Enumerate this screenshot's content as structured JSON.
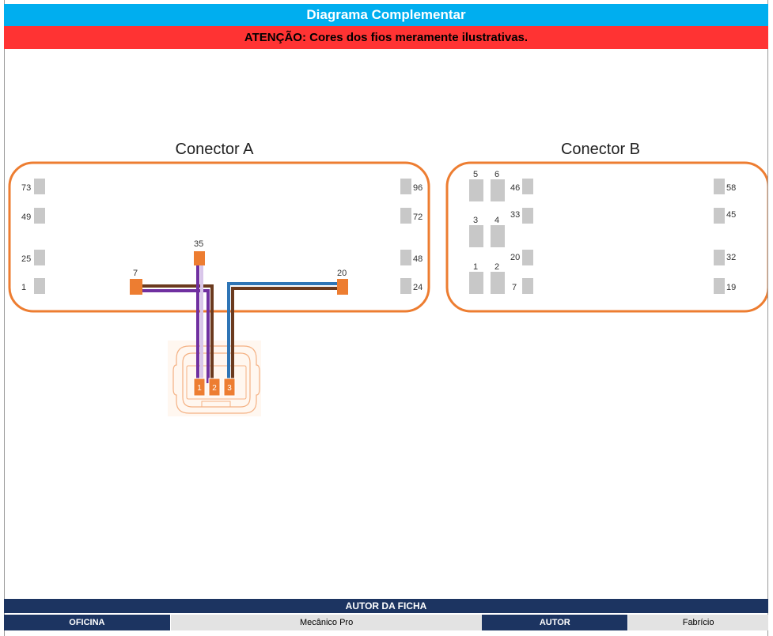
{
  "header": {
    "title": "Diagrama Complementar",
    "warning": "ATENÇÃO: Cores dos fios meramente ilustrativas."
  },
  "diagram": {
    "connector_a": {
      "title": "Conector A",
      "pins_left": [
        "73",
        "49",
        "25",
        "1"
      ],
      "pins_right": [
        "96",
        "72",
        "48",
        "24"
      ],
      "wired_pins": [
        "7",
        "35",
        "20"
      ]
    },
    "connector_b": {
      "title": "Conector B",
      "top_pins": [
        "5",
        "6",
        "3",
        "4",
        "1",
        "2"
      ],
      "pins_mid": [
        "46",
        "33",
        "20",
        "7"
      ],
      "pins_right": [
        "58",
        "45",
        "32",
        "19"
      ]
    },
    "sensor_pins": [
      "1",
      "2",
      "3"
    ],
    "wire_colors": {
      "purple": "#7030a0",
      "brown": "#6b3a1e",
      "blue": "#2e75b6",
      "violet": "#d9c6ea",
      "orange": "#ed7d31"
    }
  },
  "footer": {
    "heading": "AUTOR DA FICHA",
    "oficina_label": "OFICINA",
    "oficina_value": "Mecânico Pro",
    "autor_label": "AUTOR",
    "autor_value": "Fabrício"
  }
}
